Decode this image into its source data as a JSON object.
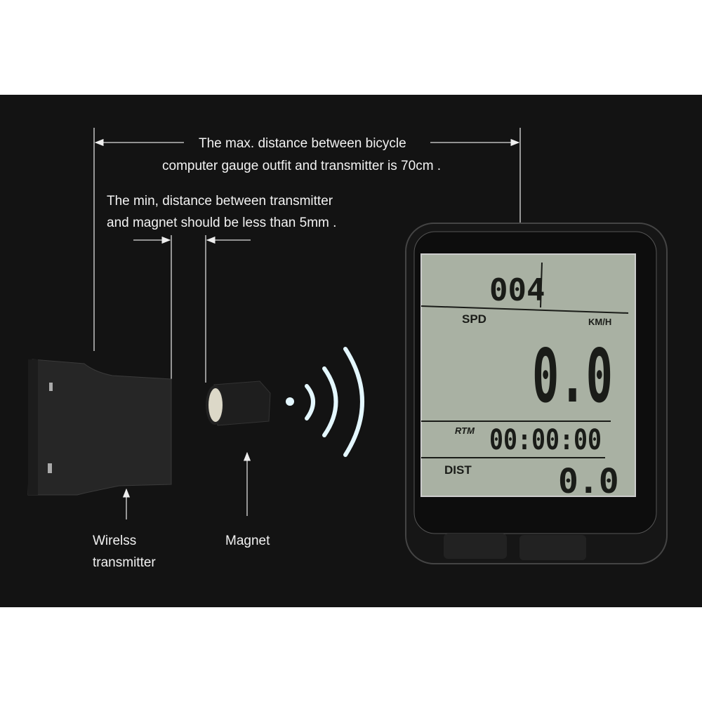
{
  "annotations": {
    "max_distance": [
      "The max. distance between bicycle",
      "computer gauge outfit and transmitter is 70cm ."
    ],
    "min_distance": [
      "The min, distance between transmitter",
      "and magnet should be less than 5mm ."
    ],
    "transmitter_label": [
      "Wirelss",
      "transmitter"
    ],
    "magnet_label": "Magnet"
  },
  "display": {
    "top_left": "004",
    "spd_label": "SPD",
    "speed": "0.0",
    "unit": "KM/H",
    "rtm_label": "RTM",
    "rtm_value": "00:00:00",
    "dist_label": "DIST",
    "dist_value": "0.0"
  },
  "colors": {
    "background": "#131313",
    "lcd": "#a9b1a3",
    "signal": "#d8f4ff"
  }
}
